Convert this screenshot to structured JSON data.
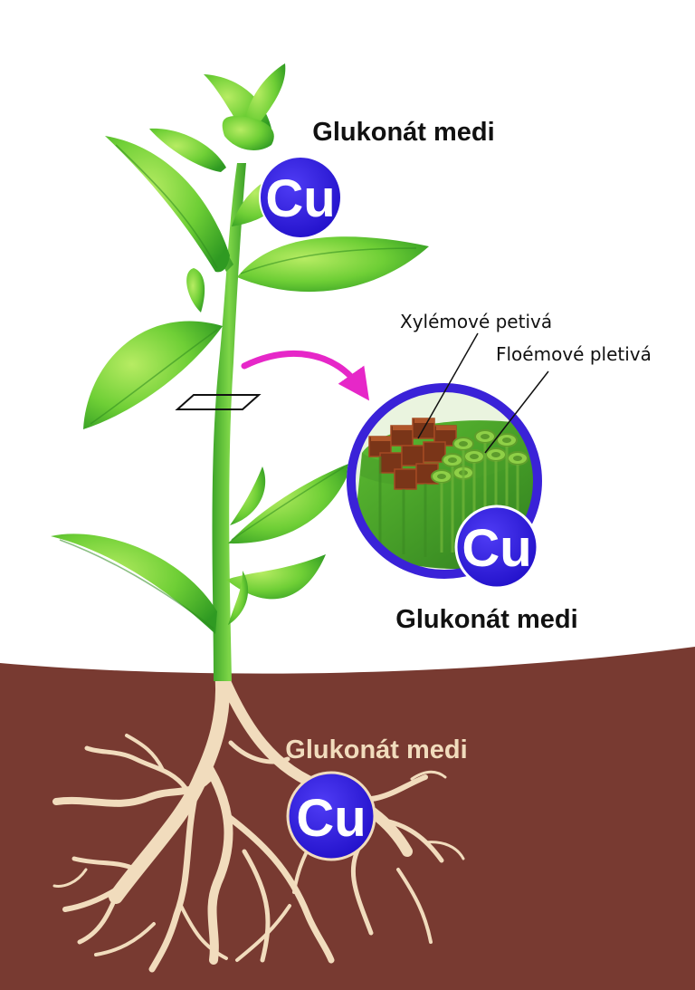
{
  "labels": {
    "top_compound": "Glukonát medi",
    "mid_compound": "Glukonát medi",
    "soil_compound": "Glukonát medi",
    "xylem": "Xylémové petivá",
    "phloem": "Floémové pletivá"
  },
  "symbols": {
    "top": "Cu",
    "mid": "Cu",
    "soil": "Cu"
  },
  "colors": {
    "soil": "#783a31",
    "root": "#f1dcbd",
    "leaf_light": "#9de04a",
    "leaf_dark": "#3fb02a",
    "stem": "#57c23a",
    "cu_fill": "#2c17e0",
    "cu_ring": "#3a22d8",
    "arrow": "#e627c8",
    "xylem_cells": "#7a3518",
    "phloem_cells": "#96d44a"
  }
}
